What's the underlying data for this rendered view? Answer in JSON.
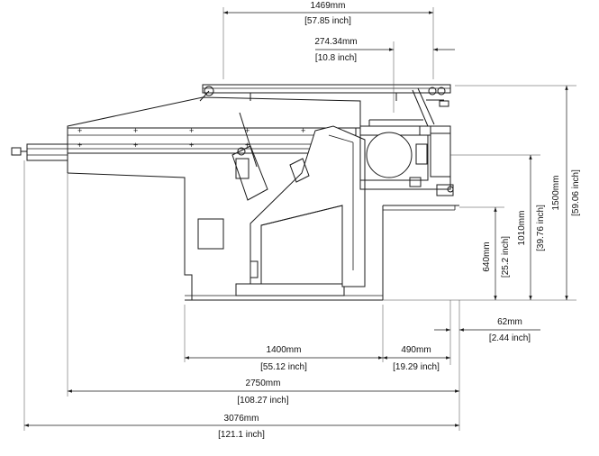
{
  "dimensions": {
    "width_1469": {
      "mm": "1469mm",
      "inch": "[57.85 inch]"
    },
    "offset_274": {
      "mm": "274.34mm",
      "inch": "[10.8 inch]"
    },
    "height_1500": {
      "mm": "1500mm",
      "inch": "[59.06 inch]"
    },
    "height_1010": {
      "mm": "1010mm",
      "inch": "[39.76 inch]"
    },
    "height_640": {
      "mm": "640mm",
      "inch": "[25.2 inch]"
    },
    "offset_62": {
      "mm": "62mm",
      "inch": "[2.44 inch]"
    },
    "width_1400": {
      "mm": "1400mm",
      "inch": "[55.12 inch]"
    },
    "width_490": {
      "mm": "490mm",
      "inch": "[19.29 inch]"
    },
    "width_2750": {
      "mm": "2750mm",
      "inch": "[108.27 inch]"
    },
    "width_3076": {
      "mm": "3076mm",
      "inch": "[121.1 inch]"
    }
  }
}
